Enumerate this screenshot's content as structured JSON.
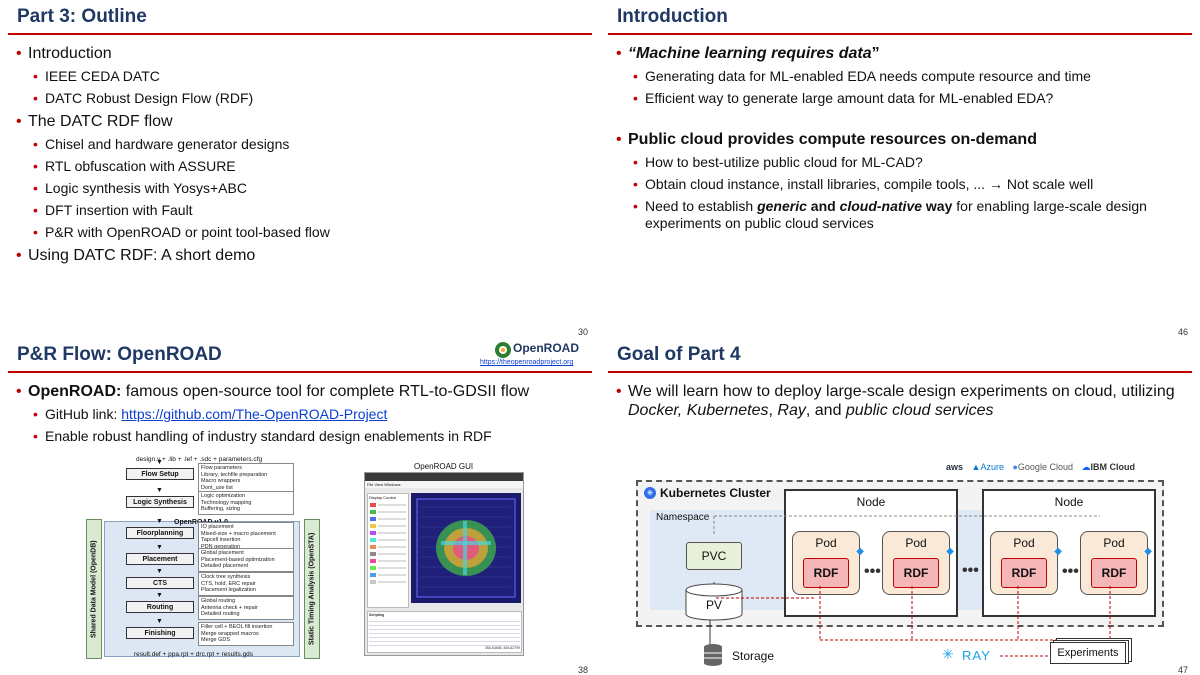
{
  "slide1": {
    "title": "Part 3: Outline",
    "items": [
      {
        "level": 1,
        "text": "Introduction"
      },
      {
        "level": 2,
        "text": "IEEE CEDA DATC"
      },
      {
        "level": 2,
        "text": "DATC Robust Design Flow (RDF)"
      },
      {
        "level": 1,
        "text": "The DATC RDF flow"
      },
      {
        "level": 2,
        "text": "Chisel and hardware generator designs"
      },
      {
        "level": 2,
        "text": "RTL obfuscation with ASSURE"
      },
      {
        "level": 2,
        "text": "Logic synthesis with Yosys+ABC"
      },
      {
        "level": 2,
        "text": "DFT insertion with Fault"
      },
      {
        "level": 2,
        "text": "P&R with OpenROAD or point tool-based flow"
      },
      {
        "level": 1,
        "text": "Using DATC RDF: A short demo"
      }
    ],
    "number": "30"
  },
  "slide2": {
    "title": "Introduction",
    "quote_bold": "“Machine learning requires data",
    "quote_end": "”",
    "sub1": "Generating data for ML-enabled EDA needs compute resource and time",
    "sub2": "Efficient way to generate large amount data for ML-enabled EDA?",
    "cloud_head": "Public cloud provides compute resources on-demand",
    "sub3": "How to best-utilize public cloud for ML-CAD?",
    "sub4_a": "Obtain cloud instance, install libraries, compile tools, ... ",
    "sub4_arrow": "→",
    "sub4_b": " Not scale well",
    "sub5_a": "Need to establish ",
    "sub5_b": "generic",
    "sub5_c": " and ",
    "sub5_d": "cloud-native",
    "sub5_e": " way",
    "sub5_f": " for enabling large-scale design experiments on public cloud services",
    "number": "46"
  },
  "slide3": {
    "title": "P&R Flow: OpenROAD",
    "logo_text": "OpenROAD",
    "logo_url": "https://theopenroadproject.org",
    "b1_bold": "OpenROAD:",
    "b1_rest": " famous open-source tool for complete RTL-to-GDSII flow",
    "b2_label": "GitHub link: ",
    "b2_link": "https://github.com/The-OpenROAD-Project",
    "b3": "Enable robust handling of industry standard design enablements in RDF",
    "flow_input": "design.v + .lib + .lef + .sdc + parameters.cfg",
    "flow_output": "result.def + ppa.rpt + drc.rpt + results.gds",
    "openroad_v": "OpenROAD v1.0",
    "left_bar": "Shared Data Model (OpenDB)",
    "right_bar": "Static Timing Analysis (OpenSTA)",
    "stages": [
      {
        "name": "Flow Setup",
        "notes": [
          "Flow parameters",
          "Library, techfile preparation",
          "Macro wrappers",
          "Dont_use list"
        ]
      },
      {
        "name": "Logic Synthesis",
        "notes": [
          "Logic optimization",
          "Technology mapping",
          "Buffering, sizing"
        ]
      },
      {
        "name": "Floorplanning",
        "notes": [
          "IO placement",
          "Mixed-size + macro placement",
          "Tapcell insertion",
          "PDN generation"
        ]
      },
      {
        "name": "Placement",
        "notes": [
          "Global placement",
          "Placement-based optimization",
          "Detailed placement"
        ]
      },
      {
        "name": "CTS",
        "notes": [
          "Clock tree synthesis",
          "CTS, hold, ERC repair",
          "Placement legalization"
        ]
      },
      {
        "name": "Routing",
        "notes": [
          "Global routing",
          "Antenna check + repair",
          "Detailed routing"
        ]
      },
      {
        "name": "Finishing",
        "notes": [
          "Filler cell + BEOL fill insertion",
          "Merge wrapped macros",
          "Merge GDS"
        ]
      }
    ],
    "gui_title": "OpenROAD GUI",
    "gui_menu": "File  View  Windows",
    "gui_display": "Display Control",
    "gui_console": "Scripting",
    "gui_coord": "356.63468, 826.62799",
    "number": "38"
  },
  "slide4": {
    "title": "Goal of Part 4",
    "b1_a": "We will learn how to deploy large-scale design experiments on cloud, utilizing ",
    "b1_b": "Docker, Kubernetes",
    "b1_c": ", ",
    "b1_d": "Ray",
    "b1_e": ", and ",
    "b1_f": "public cloud services",
    "clouds": [
      "aws",
      "Azure",
      "Google Cloud",
      "IBM Cloud"
    ],
    "cluster_label": "Kubernetes Cluster",
    "namespace_label": "Namespace",
    "node_label": "Node",
    "pod_label": "Pod",
    "rdf_label": "RDF",
    "pvc_label": "PVC",
    "pv_label": "PV",
    "storage_label": "Storage",
    "ray_label": "RAY",
    "experiments_label": "Experiments",
    "dots": "•••",
    "number": "47"
  }
}
